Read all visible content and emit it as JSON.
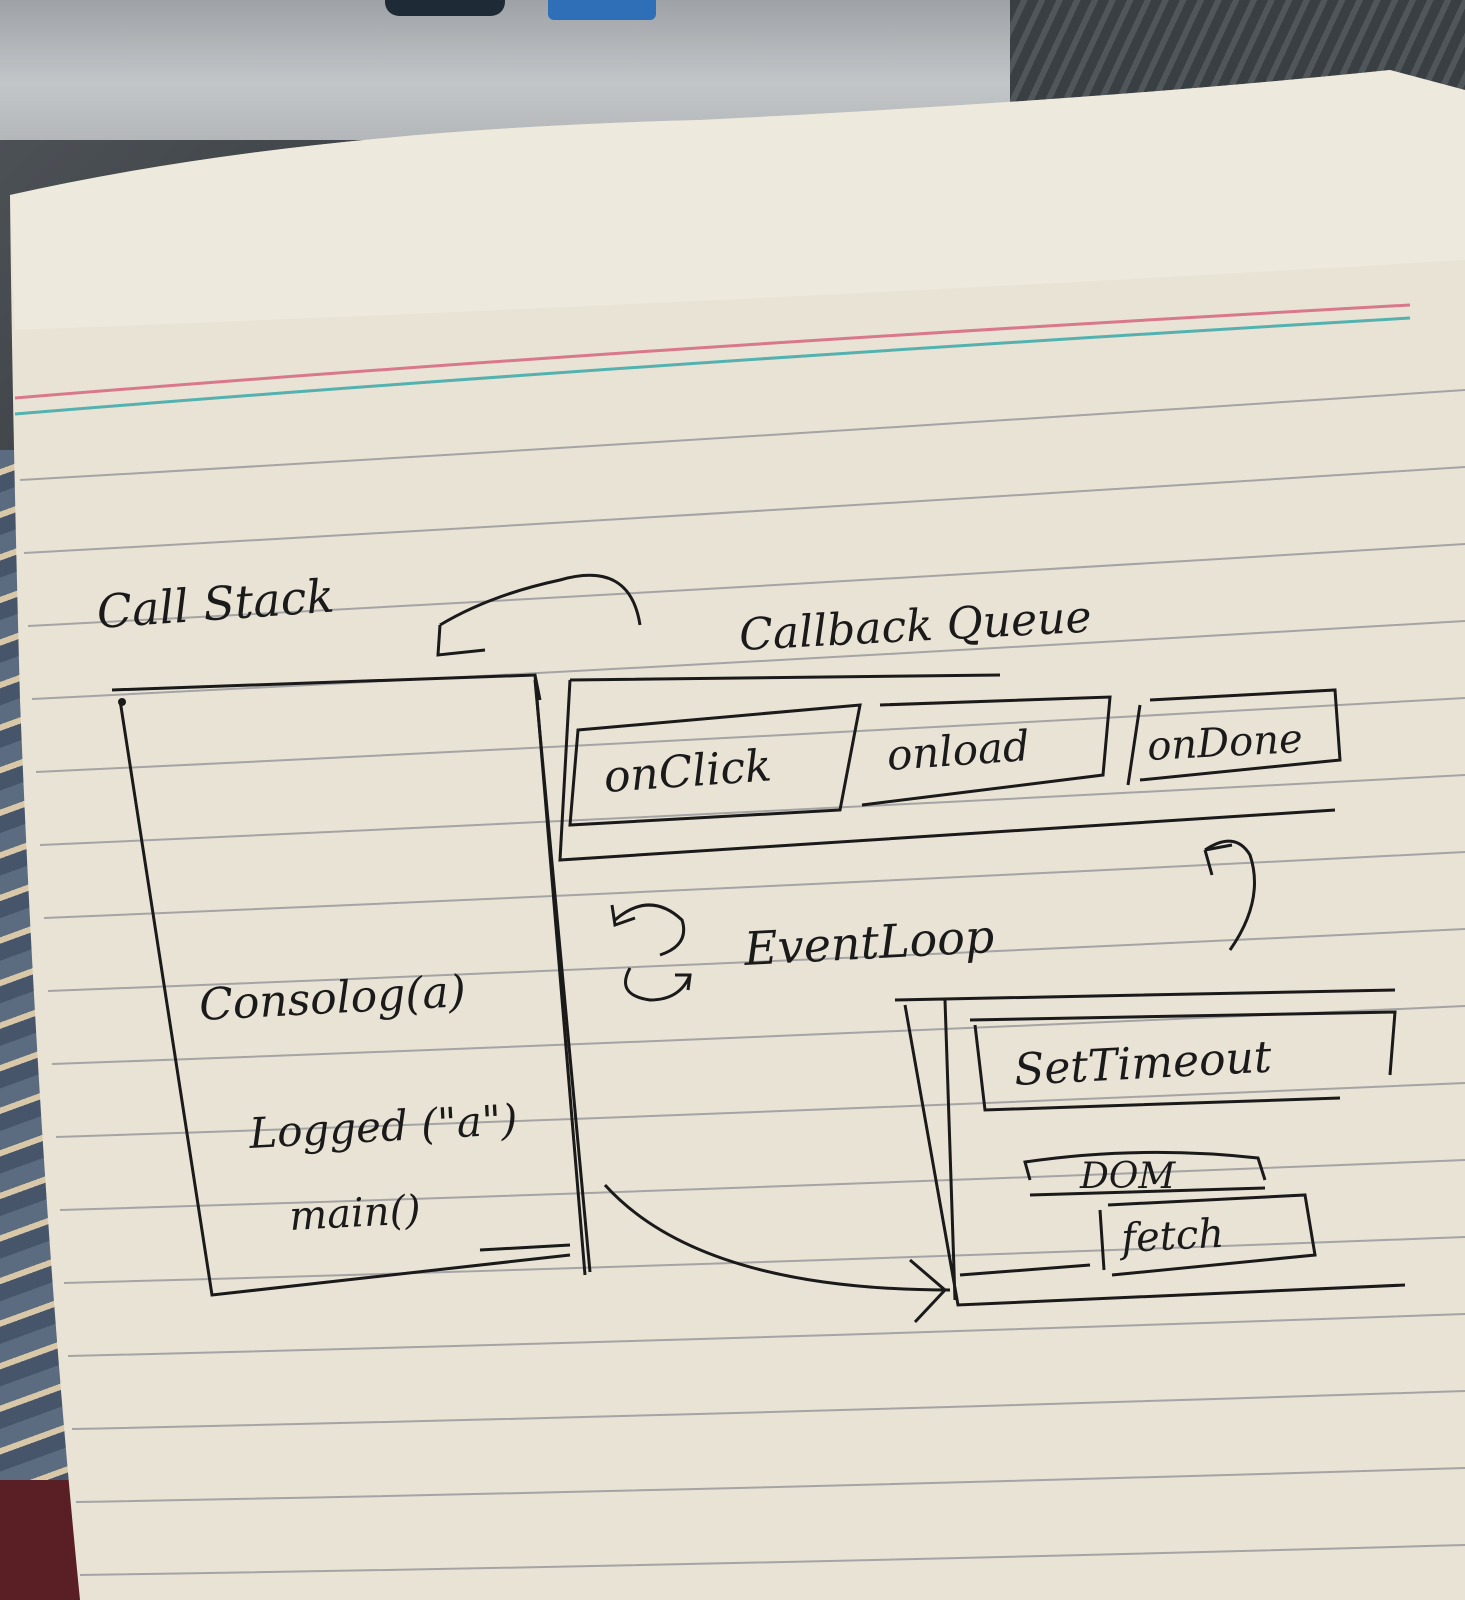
{
  "diagram": {
    "call_stack": {
      "title": "Call Stack",
      "items": [
        "Consolog(a)",
        "Logged (\"a\")",
        "main()"
      ]
    },
    "callback_queue": {
      "title": "Callback Queue",
      "items": [
        "onClick",
        "onload",
        "onDone"
      ]
    },
    "event_loop": {
      "label": "EventLoop"
    },
    "web_apis": {
      "items": [
        "SetTimeout",
        "DOM",
        "fetch"
      ]
    }
  },
  "colors": {
    "paper": "#e9e3d6",
    "ruled_line": "#8d8f93",
    "margin_red": "#d9788a",
    "margin_teal": "#53b2b0",
    "ink": "#1a1a1a"
  }
}
